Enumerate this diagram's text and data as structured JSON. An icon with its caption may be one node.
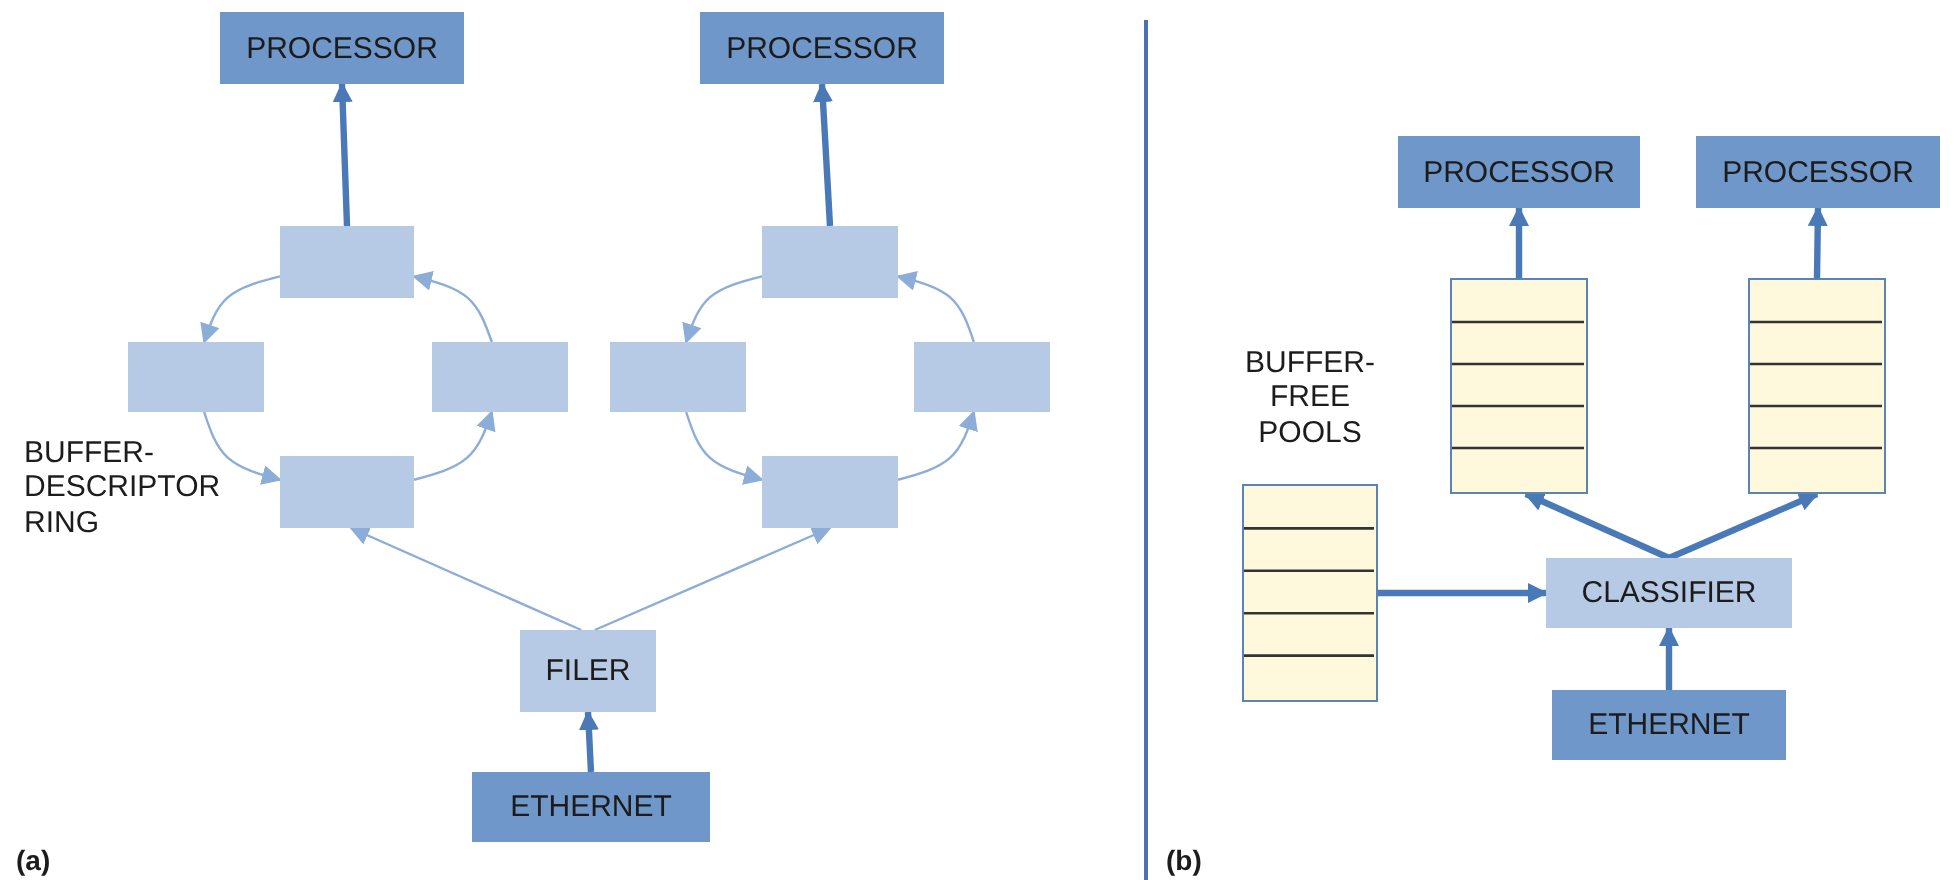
{
  "diagram": {
    "nodes": [
      {
        "text": [
          "PROCESSOR"
        ]
      },
      {
        "text": [
          "PROCESSOR"
        ]
      },
      {
        "text": [],
        "shape": "box"
      },
      {
        "text": [],
        "shape": "box"
      },
      {
        "text": [],
        "shape": "box"
      },
      {
        "text": [],
        "shape": "box"
      },
      {
        "text": [],
        "shape": "box"
      },
      {
        "text": [],
        "shape": "box"
      },
      {
        "text": [],
        "shape": "box"
      },
      {
        "text": [],
        "shape": "box"
      },
      {
        "text": [
          "FILER"
        ]
      },
      {
        "text": [
          "ETHERNET"
        ]
      },
      {
        "text": [
          "PROCESSOR"
        ]
      },
      {
        "text": [
          "PROCESSOR"
        ]
      },
      {
        "text": [],
        "shape": "box"
      },
      {
        "text": [],
        "shape": "box"
      },
      {
        "text": [],
        "shape": "box"
      },
      {
        "text": [
          "CLASSIFIER"
        ]
      },
      {
        "text": [
          "ETHERNET"
        ]
      }
    ],
    "edges": [
      {
        "from": 2,
        "to": 0,
        "arrow": "to",
        "style": "thick",
        "color": "#4a79b8"
      },
      {
        "from": 6,
        "to": 1,
        "arrow": "to",
        "style": "thick",
        "color": "#4a79b8"
      },
      {
        "from": 2,
        "to": 3,
        "arrow": "to"
      },
      {
        "from": 3,
        "to": 5,
        "arrow": "to"
      },
      {
        "from": 5,
        "to": 4,
        "arrow": "to"
      },
      {
        "from": 4,
        "to": 2,
        "arrow": "to"
      },
      {
        "from": 6,
        "to": 7,
        "arrow": "to"
      },
      {
        "from": 7,
        "to": 9,
        "arrow": "to"
      },
      {
        "from": 9,
        "to": 8,
        "arrow": "to"
      },
      {
        "from": 8,
        "to": 6,
        "arrow": "to"
      },
      {
        "from": 10,
        "to": 5,
        "arrow": "to"
      },
      {
        "from": 10,
        "to": 9,
        "arrow": "to"
      },
      {
        "from": 11,
        "to": 10,
        "arrow": "to",
        "style": "thick",
        "color": "#4a79b8"
      },
      {
        "from": 14,
        "to": 12,
        "arrow": "to",
        "style": "thick",
        "color": "#4a79b8"
      },
      {
        "from": 15,
        "to": 13,
        "arrow": "to",
        "style": "thick",
        "color": "#4a79b8"
      },
      {
        "from": 17,
        "to": 14,
        "arrow": "to",
        "style": "thick",
        "color": "#4a79b8"
      },
      {
        "from": 17,
        "to": 15,
        "arrow": "to",
        "style": "thick",
        "color": "#4a79b8"
      },
      {
        "from": 16,
        "to": 17,
        "arrow": "to",
        "style": "thick",
        "color": "#4a79b8"
      },
      {
        "from": 18,
        "to": 17,
        "arrow": "to",
        "style": "thick",
        "color": "#4a79b8"
      }
    ],
    "labels": [
      "BUFFER- DESCRIPTOR RING",
      "BUFFER- FREE POOLS",
      "(a)",
      "(b)"
    ]
  }
}
